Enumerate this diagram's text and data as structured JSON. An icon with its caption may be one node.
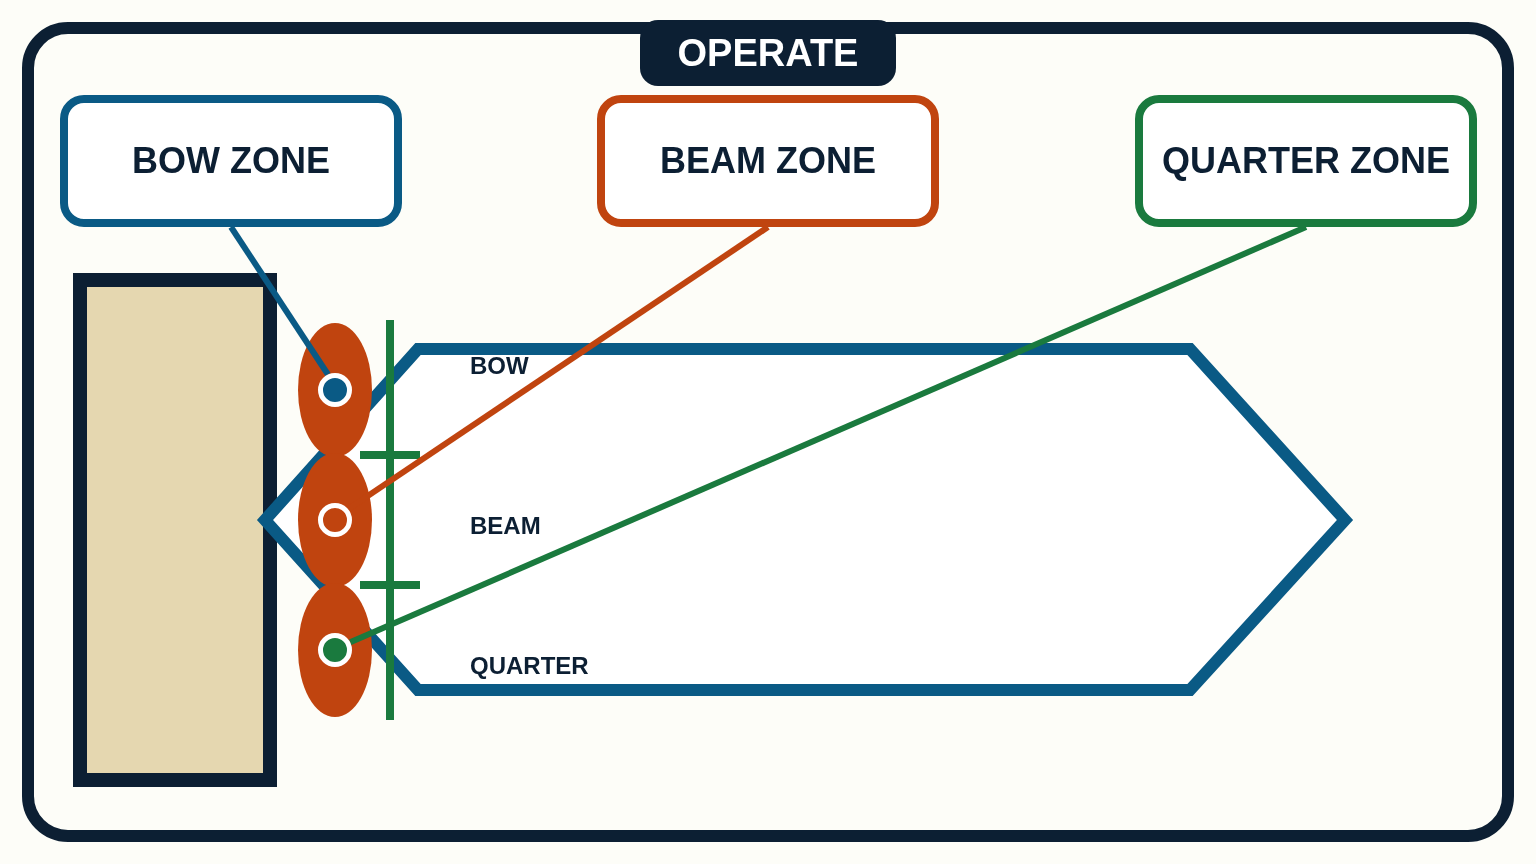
{
  "diagram": {
    "title": "OPERATE",
    "nodes": [
      {
        "text": [
          "BOW ZONE"
        ]
      },
      {
        "text": [
          "BEAM ZONE"
        ]
      },
      {
        "text": [
          "QUARTER ZONE"
        ]
      },
      {
        "text": [],
        "shape": "circle"
      },
      {
        "text": [],
        "shape": "circle"
      },
      {
        "text": [],
        "shape": "circle"
      }
    ],
    "edges": [
      {
        "from": 0,
        "to": 3,
        "arrow": "none",
        "color": "#0a5a85"
      },
      {
        "from": 1,
        "to": 4,
        "arrow": "none",
        "color": "#c0440f"
      },
      {
        "from": 2,
        "to": 5,
        "arrow": "none",
        "color": "#1a7a3e"
      }
    ],
    "labels": [
      "BOW",
      "BEAM",
      "QUARTER"
    ]
  }
}
